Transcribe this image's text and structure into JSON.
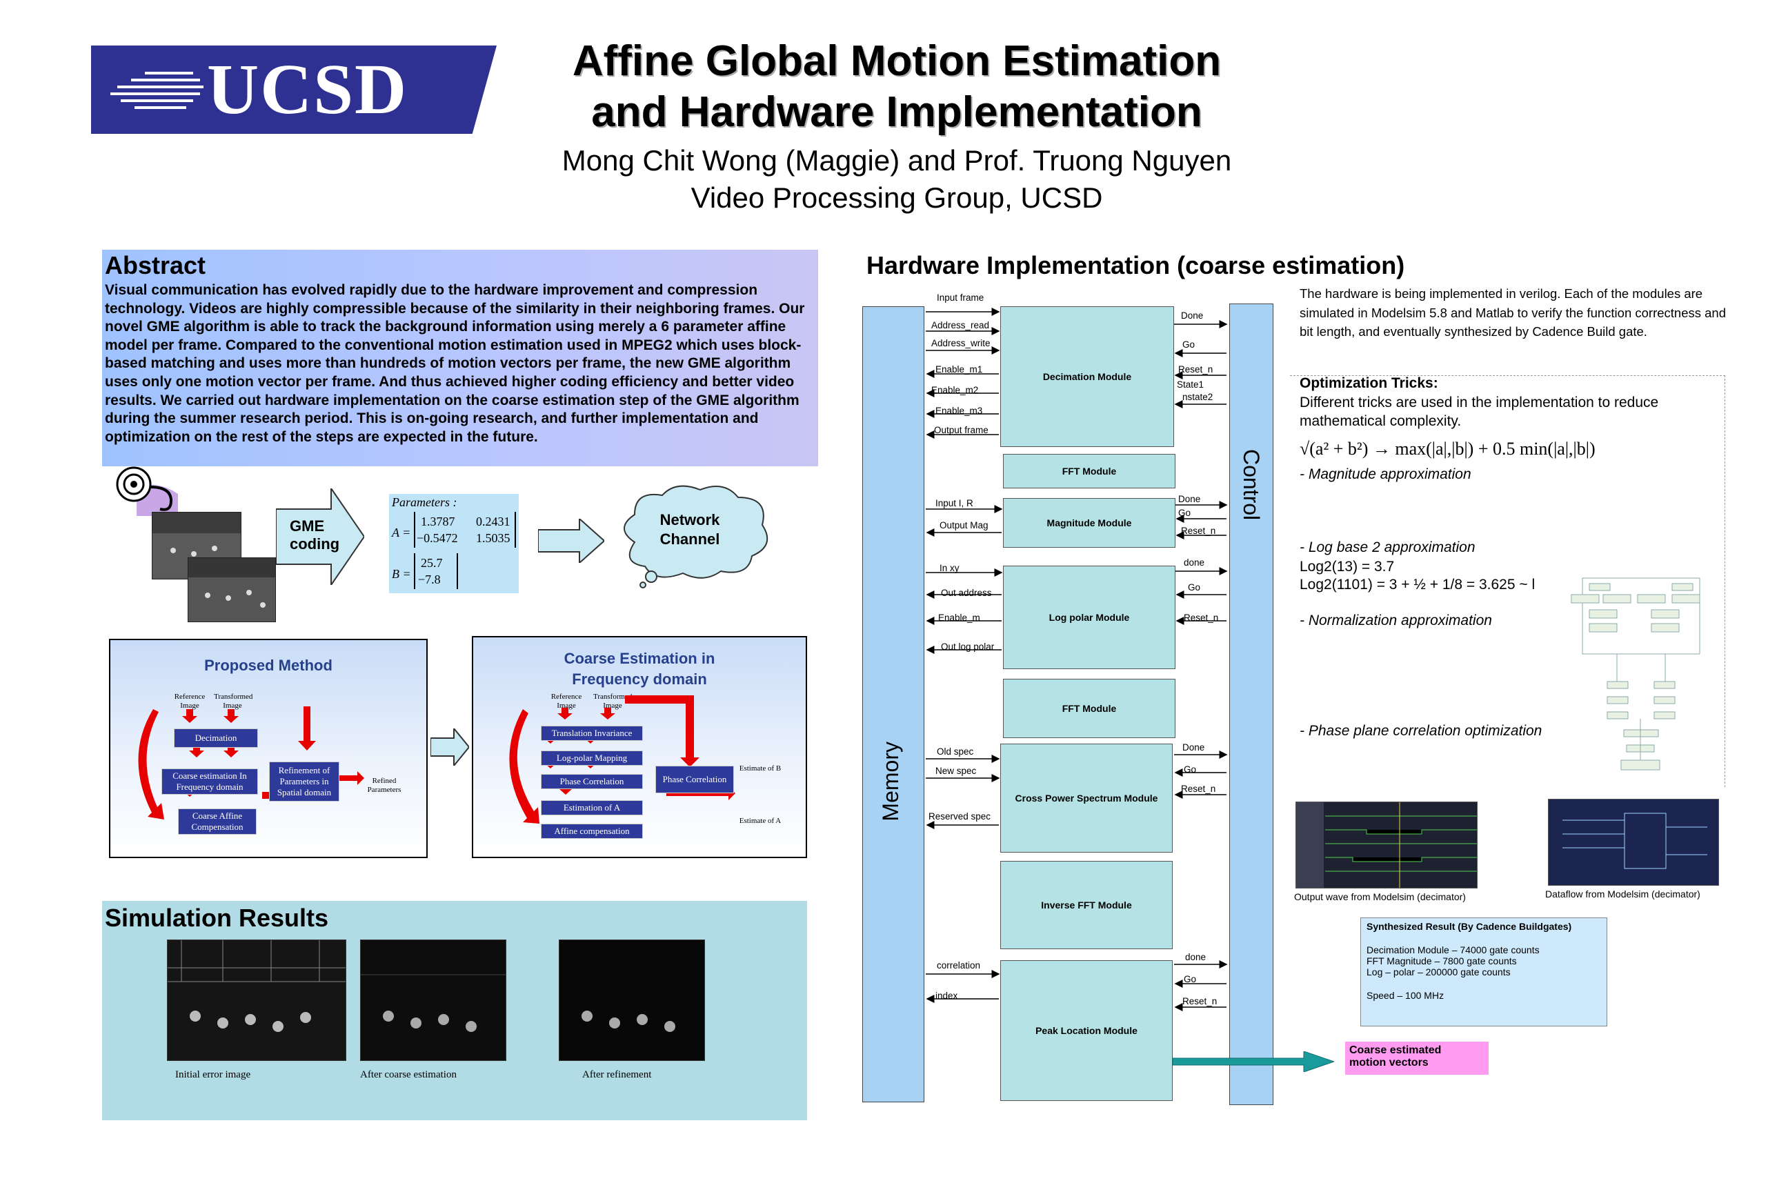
{
  "header": {
    "logo_text": "UCSD",
    "title_line1": "Affine Global Motion Estimation",
    "title_line2": "and Hardware Implementation",
    "authors": "Mong Chit Wong (Maggie) and Prof. Truong Nguyen",
    "affiliation": "Video Processing Group, UCSD"
  },
  "abstract": {
    "heading": "Abstract",
    "text": "Visual communication has evolved rapidly due to the hardware improvement and compression technology. Videos are highly compressible because of the similarity in their neighboring frames. Our novel GME algorithm is able to track the background information using merely a 6 parameter affine model per frame. Compared to the conventional motion estimation used in MPEG2 which uses block-based matching and uses more than hundreds of motion vectors per frame, the new GME algorithm uses only one motion vector per frame. And thus achieved higher coding efficiency and better video results. We carried out hardware implementation on the coarse estimation step of the GME algorithm during the summer research period. This is on-going research, and further implementation and optimization on the rest of the steps are expected in the future."
  },
  "pipeline": {
    "gme_label_1": "GME",
    "gme_label_2": "coding",
    "params_label": "Parameters :",
    "a_label": "A =",
    "a11": "1.3787",
    "a12": "0.2431",
    "a21": "−0.5472",
    "a22": "1.5035",
    "b_label": "B =",
    "b1": "25.7",
    "b2": "−7.8",
    "network_1": "Network",
    "network_2": "Channel"
  },
  "proposed": {
    "title": "Proposed Method",
    "ref": "Reference Image",
    "trans": "Transformed Image",
    "decimation": "Decimation",
    "coarse": "Coarse estimation In Frequency domain",
    "refine": "Refinement of Parameters in Spatial domain",
    "compensation": "Coarse Affine Compensation",
    "refined": "Refined Parameters"
  },
  "coarse_method": {
    "title_1": "Coarse Estimation in",
    "title_2": "Frequency domain",
    "ref": "Reference Image",
    "trans": "Transformed Image",
    "translation": "Translation Invariance",
    "logpolar": "Log-polar Mapping",
    "phase": "Phase Correlation",
    "phase2": "Phase Correlation",
    "estA": "Estimation of A",
    "affine": "Affine compensation",
    "est_b": "Estimate of B",
    "est_a": "Estimate of A"
  },
  "simulation": {
    "heading": "Simulation Results",
    "cap1": "Initial error image",
    "cap2": "After coarse estimation",
    "cap3": "After refinement"
  },
  "hardware": {
    "heading": "Hardware Implementation (coarse estimation)",
    "memory": "Memory",
    "control": "Control",
    "modules": {
      "decimation": "Decimation Module",
      "fft1": "FFT Module",
      "magnitude": "Magnitude Module",
      "logpolar": "Log polar Module",
      "fft2": "FFT Module",
      "cps": "Cross Power Spectrum Module",
      "ifft": "Inverse FFT Module",
      "peak": "Peak Location Module"
    },
    "signals": {
      "input_frame": "Input frame",
      "address_read": "Address_read",
      "address_write": "Address_write",
      "enable_m1": "Enable_m1",
      "enable_m2": "Enable_m2",
      "enable_m3": "Enable_m3",
      "output_frame": "Output frame",
      "done1": "Done",
      "go1": "Go",
      "reset1": "Reset_n",
      "state1": "State1",
      "nstate2": "nstate2",
      "input_ir": "Input I, R",
      "output_mag": "Output Mag",
      "done2": "Done",
      "go2": "Go",
      "reset2": "Reset_n",
      "in_xy": "In xy",
      "out_address": "Out address",
      "enable_m": "Enable_m",
      "out_log_polar": "Out log polar",
      "done3": "done",
      "go3": "Go",
      "reset3": "Reset_n",
      "old_spec": "Old spec",
      "new_spec": "New spec",
      "reserved_spec": "Reserved spec",
      "done4": "Done",
      "go4": "Go",
      "reset4": "Reset_n",
      "correlation": "correlation",
      "index": "index",
      "done5": "done",
      "go5": "Go",
      "reset5": "Reset_n"
    },
    "description": "The hardware is being implemented in verilog. Each of the modules are simulated in Modelsim 5.8 and Matlab to verify the function correctness and bit length, and eventually synthesized by Cadence Build gate.",
    "opt_heading": "Optimization Tricks:",
    "opt_intro": "Different tricks are used in the implementation to reduce mathematical complexity.",
    "formula": "√(a² + b²) → max(|a|,|b|) + 0.5 min(|a|,|b|)",
    "trick1": "- Magnitude approximation",
    "trick2": "- Log base 2 approximation",
    "log_ex1": "Log2(13) = 3.7",
    "log_ex2": "Log2(1101) = 3 + ½ + 1/8 = 3.625 ~ l",
    "trick3": "- Normalization approximation",
    "trick4": "- Phase plane correlation optimization",
    "wave_cap1": "Output wave from Modelsim (decimator)",
    "wave_cap2": "Dataflow from Modelsim (decimator)",
    "synth_title": "Synthesized Result (By Cadence Buildgates)",
    "synth_1": "Decimation Module – 74000 gate counts",
    "synth_2": "FFT Magnitude – 7800 gate counts",
    "synth_3": "Log – polar – 200000 gate counts",
    "synth_4": "Speed – 100 MHz",
    "output_1": "Coarse estimated",
    "output_2": "motion vectors"
  },
  "colors": {
    "logo_blue": "#2e3192",
    "module_fill": "#b5e2e4",
    "bus_fill": "#a7d2f4",
    "block_blue": "#2e3a99",
    "arrow_red": "#e60000",
    "output_pink": "#ff9bf0"
  }
}
